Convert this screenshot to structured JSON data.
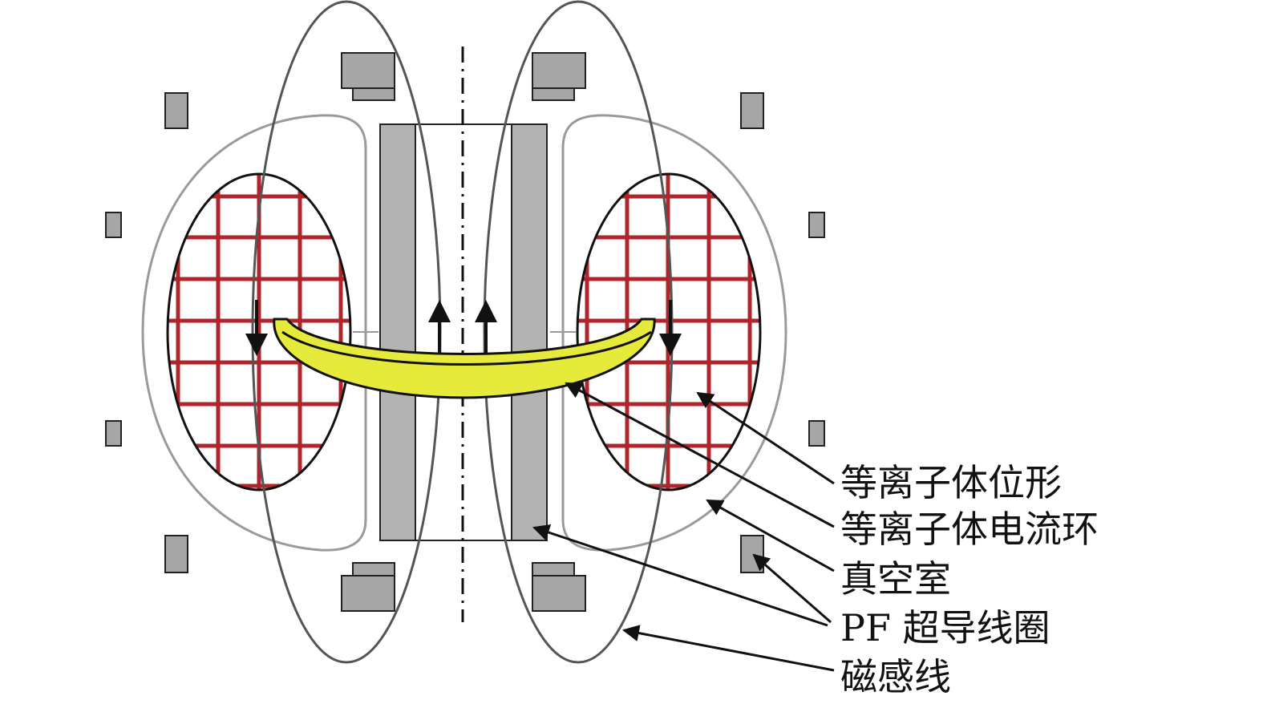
{
  "labels": {
    "plasma_shape": "等离子体位形",
    "plasma_current_ring": "等离子体电流环",
    "vacuum_chamber": "真空室",
    "pf_coil": "PF 超导线圈",
    "magnetic_field_line": "磁感线"
  },
  "colors": {
    "grid_red": "#b0242c",
    "plasma_yellow": "#e6ea3a",
    "coil_gray": "#b3b3b3",
    "small_coil_gray": "#a6a6a6",
    "vessel_gray": "#9a9a9a",
    "field_line": "#555555",
    "arrow": "#111111"
  }
}
